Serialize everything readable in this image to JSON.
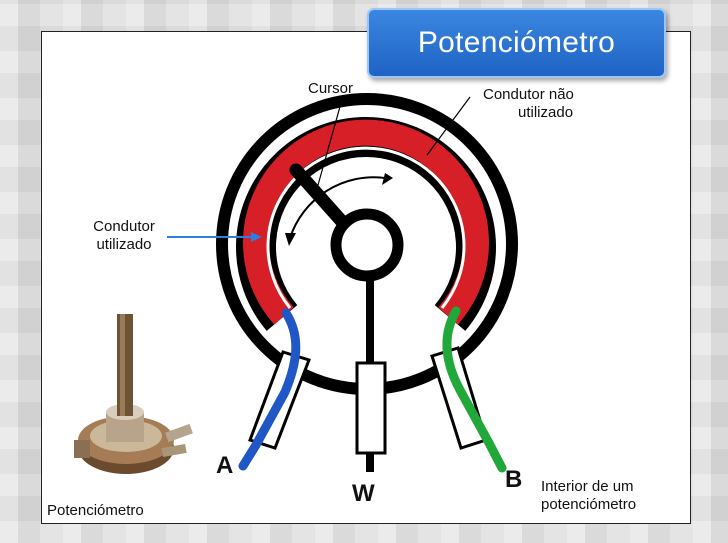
{
  "slide": {
    "title": "Potenciómetro"
  },
  "labels": {
    "cursor": "Cursor",
    "unused_conductor": [
      "Condutor não",
      "utilizado"
    ],
    "used_conductor": [
      "Condutor",
      "utilizado"
    ],
    "terminal_a": "A",
    "terminal_w": "W",
    "terminal_b": "B",
    "interior_caption": [
      "Interior de um",
      "potenciómetro"
    ],
    "photo_caption": "Potenciómetro"
  },
  "colors": {
    "title_bg": "#2a74d6",
    "used_track": "#d61f26",
    "lead_a": "#1f57c7",
    "lead_b": "#20a83a",
    "arrow": "#2a7fe0",
    "body": "#000000"
  }
}
